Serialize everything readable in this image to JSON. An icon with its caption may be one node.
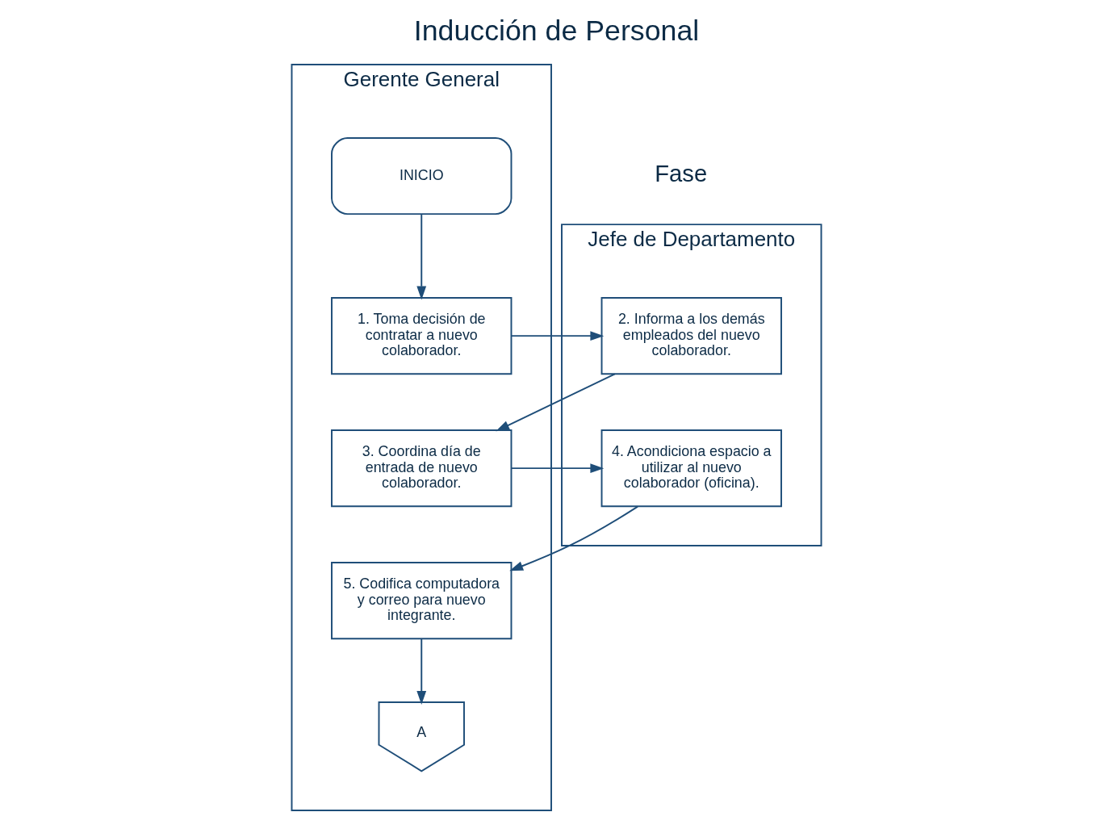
{
  "diagram": {
    "title": "Inducción de Personal",
    "nodes": [
      {
        "text": [
          "Gerente General"
        ]
      },
      {
        "text": [
          "Jefe de Departamento"
        ]
      },
      {
        "text": [
          "INICIO"
        ],
        "in": 0
      },
      {
        "text": [
          "1. Toma decisión de contratar a nuevo colaborador."
        ],
        "in": 0
      },
      {
        "text": [
          "2. Informa a los demás empleados del nuevo colaborador."
        ],
        "in": 1
      },
      {
        "text": [
          "3. Coordina día de entrada de nuevo colaborador."
        ],
        "in": 0
      },
      {
        "text": [
          "4. Acondiciona espacio a utilizar al nuevo colaborador (oficina)."
        ],
        "in": 1
      },
      {
        "text": [
          "5. Codifica computadora y correo para nuevo integrante."
        ],
        "in": 0
      },
      {
        "text": [
          "A"
        ],
        "in": 0
      }
    ],
    "edges": [
      {
        "from": 2,
        "to": 3,
        "arrow": "to"
      },
      {
        "from": 3,
        "to": 4,
        "arrow": "to"
      },
      {
        "from": 4,
        "to": 5,
        "arrow": "to"
      },
      {
        "from": 5,
        "to": 6,
        "arrow": "to"
      },
      {
        "from": 6,
        "to": 7,
        "arrow": "to"
      },
      {
        "from": 7,
        "to": 8,
        "arrow": "to"
      }
    ],
    "labels": [
      "Fase"
    ]
  }
}
